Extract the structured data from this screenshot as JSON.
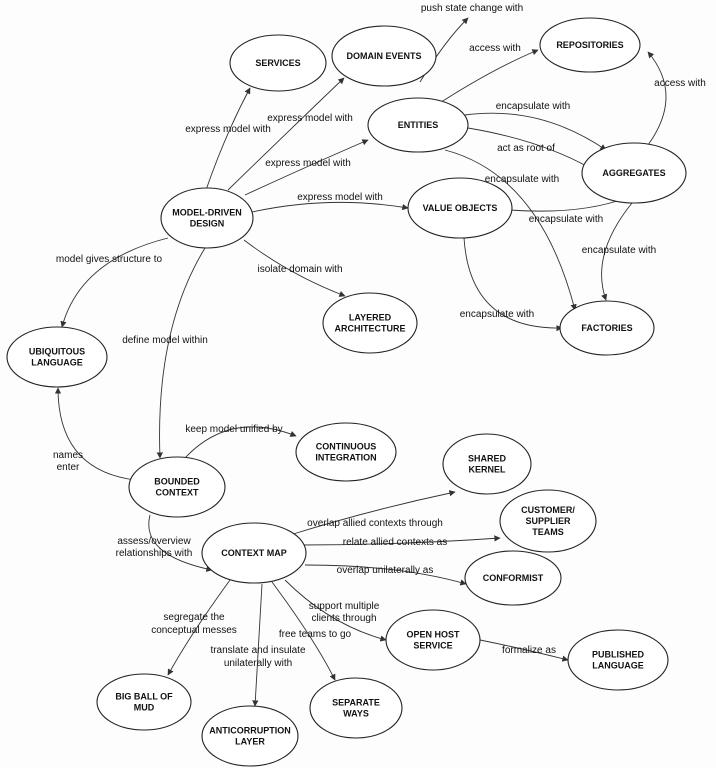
{
  "nodes": [
    {
      "id": "services",
      "lines": [
        "SERVICES"
      ]
    },
    {
      "id": "domain_events",
      "lines": [
        "DOMAIN EVENTS"
      ]
    },
    {
      "id": "repositories",
      "lines": [
        "REPOSITORIES"
      ]
    },
    {
      "id": "entities",
      "lines": [
        "ENTITIES"
      ]
    },
    {
      "id": "aggregates",
      "lines": [
        "AGGREGATES"
      ]
    },
    {
      "id": "mdd",
      "lines": [
        "MODEL-DRIVEN",
        "DESIGN"
      ]
    },
    {
      "id": "value_objects",
      "lines": [
        "VALUE OBJECTS"
      ]
    },
    {
      "id": "layered",
      "lines": [
        "LAYERED",
        "ARCHITECTURE"
      ]
    },
    {
      "id": "factories",
      "lines": [
        "FACTORIES"
      ]
    },
    {
      "id": "ubiquitous",
      "lines": [
        "UBIQUITOUS",
        "LANGUAGE"
      ]
    },
    {
      "id": "ci",
      "lines": [
        "CONTINUOUS",
        "INTEGRATION"
      ]
    },
    {
      "id": "shared_kernel",
      "lines": [
        "SHARED",
        "KERNEL"
      ]
    },
    {
      "id": "bounded",
      "lines": [
        "BOUNDED",
        "CONTEXT"
      ]
    },
    {
      "id": "cust_supp",
      "lines": [
        "CUSTOMER/",
        "SUPPLIER",
        "TEAMS"
      ]
    },
    {
      "id": "context_map",
      "lines": [
        "CONTEXT MAP"
      ]
    },
    {
      "id": "conformist",
      "lines": [
        "CONFORMIST"
      ]
    },
    {
      "id": "ohs",
      "lines": [
        "OPEN HOST",
        "SERVICE"
      ]
    },
    {
      "id": "published",
      "lines": [
        "PUBLISHED",
        "LANGUAGE"
      ]
    },
    {
      "id": "bbom",
      "lines": [
        "BIG BALL OF",
        "MUD"
      ]
    },
    {
      "id": "separate",
      "lines": [
        "SEPARATE",
        "WAYS"
      ]
    },
    {
      "id": "acl",
      "lines": [
        "ANTICORRUPTION",
        "LAYER"
      ]
    }
  ],
  "edges": [
    {
      "from": "domain_events",
      "to": "entities",
      "label": [
        "push state change with"
      ]
    },
    {
      "from": "entities",
      "to": "repositories",
      "label": [
        "access with"
      ]
    },
    {
      "from": "aggregates",
      "to": "repositories",
      "label": [
        "access with"
      ]
    },
    {
      "from": "mdd",
      "to": "services",
      "label": [
        "express model with"
      ]
    },
    {
      "from": "mdd",
      "to": "domain_events",
      "label": [
        "express model with"
      ]
    },
    {
      "from": "mdd",
      "to": "entities",
      "label": [
        "express model with"
      ]
    },
    {
      "from": "entities",
      "to": "aggregates",
      "label": [
        "encapsulate with"
      ]
    },
    {
      "from": "entities",
      "to": "aggregates",
      "label": [
        "act as root of"
      ]
    },
    {
      "from": "entities",
      "to": "factories",
      "label": [
        "encapsulate with"
      ]
    },
    {
      "from": "mdd",
      "to": "value_objects",
      "label": [
        "express model with"
      ]
    },
    {
      "from": "value_objects",
      "to": "aggregates",
      "label": [
        "encapsulate with"
      ]
    },
    {
      "from": "aggregates",
      "to": "factories",
      "label": [
        "encapsulate with"
      ]
    },
    {
      "from": "value_objects",
      "to": "factories",
      "label": [
        "encapsulate with"
      ]
    },
    {
      "from": "mdd",
      "to": "layered",
      "label": [
        "isolate domain with"
      ]
    },
    {
      "from": "mdd",
      "to": "ubiquitous",
      "label": [
        "model gives structure to"
      ]
    },
    {
      "from": "mdd",
      "to": "bounded",
      "label": [
        "define model within"
      ]
    },
    {
      "from": "bounded",
      "to": "ubiquitous",
      "label": [
        "names",
        "enter"
      ]
    },
    {
      "from": "bounded",
      "to": "ci",
      "label": [
        "keep model unified by"
      ]
    },
    {
      "from": "bounded",
      "to": "context_map",
      "label": [
        "assess/overview",
        "relationships with"
      ]
    },
    {
      "from": "context_map",
      "to": "shared_kernel",
      "label": [
        "overlap allied contexts through"
      ]
    },
    {
      "from": "context_map",
      "to": "cust_supp",
      "label": [
        "relate allied contexts as"
      ]
    },
    {
      "from": "context_map",
      "to": "conformist",
      "label": [
        "overlap unilaterally as"
      ]
    },
    {
      "from": "context_map",
      "to": "ohs",
      "label": [
        "support multiple",
        "clients through"
      ]
    },
    {
      "from": "ohs",
      "to": "published",
      "label": [
        "formalize as"
      ]
    },
    {
      "from": "context_map",
      "to": "bbom",
      "label": [
        "segregate the",
        "conceptual messes"
      ]
    },
    {
      "from": "context_map",
      "to": "separate",
      "label": [
        "free teams to go"
      ]
    },
    {
      "from": "context_map",
      "to": "acl",
      "label": [
        "translate and insulate",
        "unilaterally with"
      ]
    }
  ]
}
